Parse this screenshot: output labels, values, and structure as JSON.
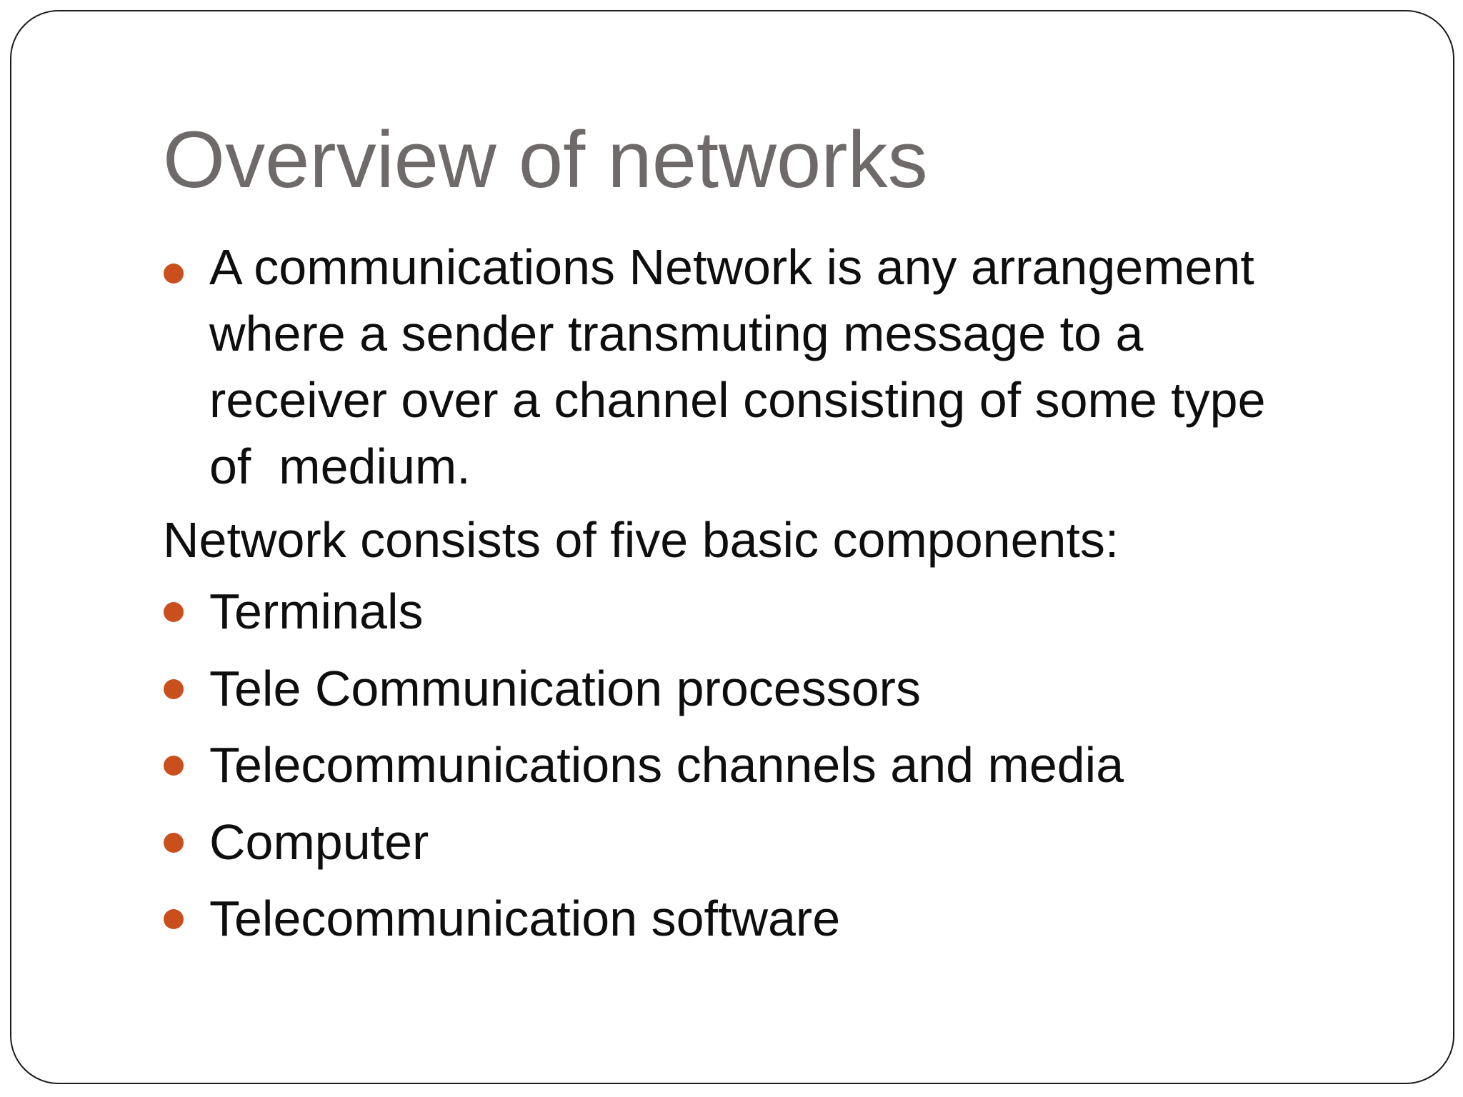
{
  "slide": {
    "title": "Overview of networks",
    "intro": {
      "lines": [
        "A communications Network is any arrangement",
        "where a sender transmuting message to a",
        "receiver over a channel consisting of some type",
        "of  medium."
      ]
    },
    "subheading": "Network consists of five basic components:",
    "components": [
      "Terminals",
      "Tele Communication processors",
      "Telecommunications channels and media",
      "Computer",
      "Telecommunication software"
    ],
    "colors": {
      "accent_bullet": "#C94F1D",
      "title_gray": "#6E6A6A",
      "body_text": "#0E0E0E",
      "border": "#1C1C1C",
      "background": "#FFFFFF"
    }
  }
}
